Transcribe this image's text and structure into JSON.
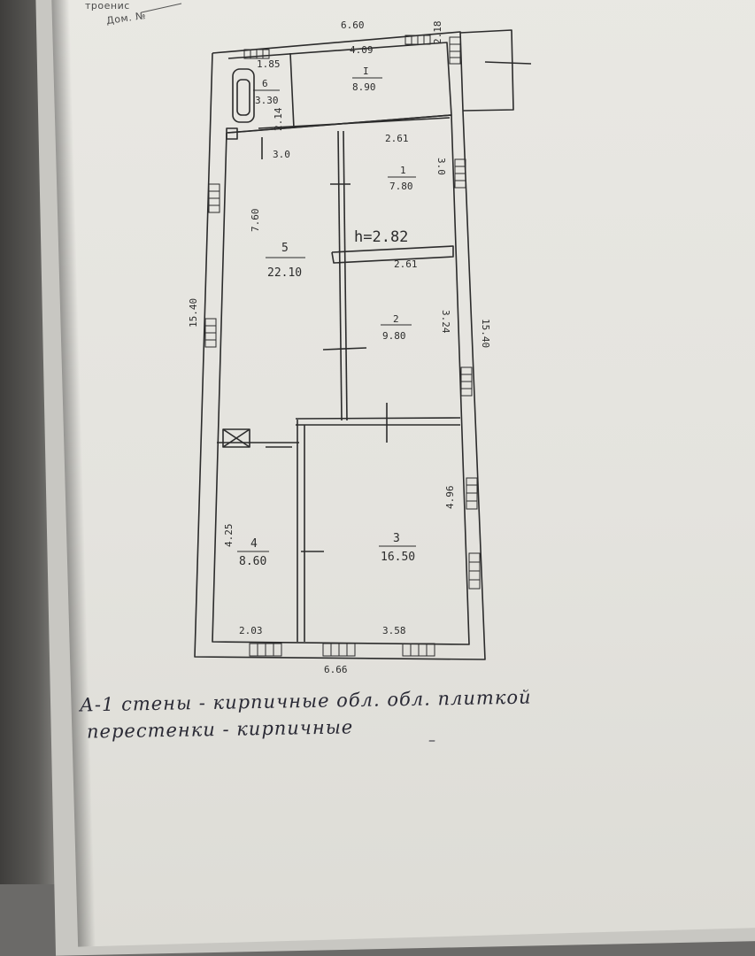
{
  "header": {
    "top_left": "троенис",
    "house_label": "Дом. №"
  },
  "dimensions": {
    "top_width": "6.60",
    "bottom_width": "6.66",
    "left_length": "15.40",
    "right_length": "15.40",
    "room_I_width": "4.09",
    "annex_depth": "2.18",
    "room6_width": "1.85",
    "room6_depth": "2.14",
    "room1_width": "2.61",
    "room1_depth": "3.0",
    "room5_width": "3.0",
    "room5_depth": "7.60",
    "room2_width": "2.61",
    "room2_depth": "3.24",
    "room3_depth": "4.96",
    "room3_width": "3.58",
    "room4_depth": "4.25",
    "room4_width": "2.03",
    "ceiling_height": "h=2.82"
  },
  "rooms": [
    {
      "number": "I",
      "area": "8.90"
    },
    {
      "number": "6",
      "area": "3.30"
    },
    {
      "number": "1",
      "area": "7.80"
    },
    {
      "number": "5",
      "area": "22.10"
    },
    {
      "number": "2",
      "area": "9.80"
    },
    {
      "number": "3",
      "area": "16.50"
    },
    {
      "number": "4",
      "area": "8.60"
    }
  ],
  "notes": {
    "line1": "А-1 стены - кирпичные обл. обл. плиткой",
    "line2": "перестенки - кирпичные",
    "dash": "–"
  },
  "colors": {
    "ink": "#2c2c2c",
    "paper": "#e6e5e0",
    "handwriting": "#2a2a35"
  }
}
